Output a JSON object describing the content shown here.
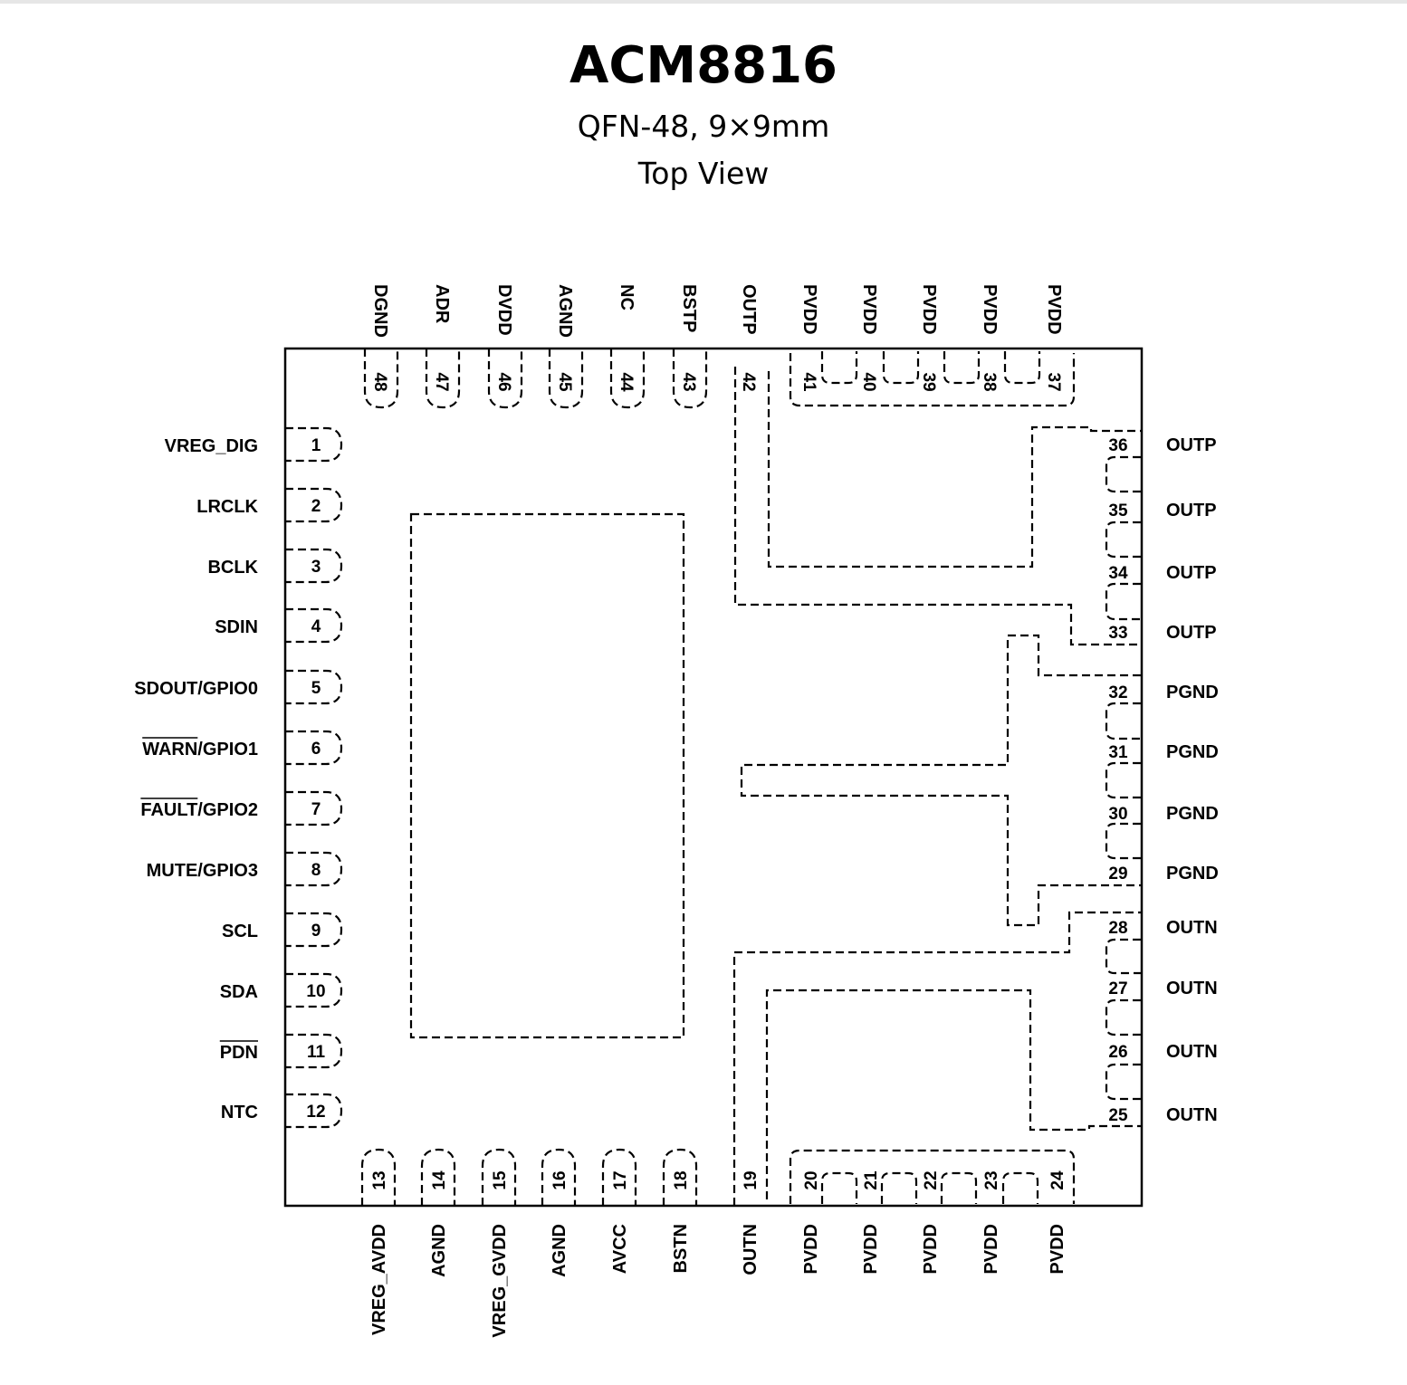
{
  "title": "ACM8816",
  "subtitle": "QFN-48, 9×9mm",
  "view": "Top View",
  "pins": {
    "left": [
      {
        "num": "1",
        "name": "VREG_DIG",
        "overbar": ""
      },
      {
        "num": "2",
        "name": "LRCLK",
        "overbar": ""
      },
      {
        "num": "3",
        "name": "BCLK",
        "overbar": ""
      },
      {
        "num": "4",
        "name": "SDIN",
        "overbar": ""
      },
      {
        "num": "5",
        "name": "SDOUT/GPIO0",
        "overbar": ""
      },
      {
        "num": "6",
        "name": "WARN/GPIO1",
        "overbar": "WARN"
      },
      {
        "num": "7",
        "name": "FAULT/GPIO2",
        "overbar": "FAULT"
      },
      {
        "num": "8",
        "name": "MUTE/GPIO3",
        "overbar": ""
      },
      {
        "num": "9",
        "name": "SCL",
        "overbar": ""
      },
      {
        "num": "10",
        "name": "SDA",
        "overbar": ""
      },
      {
        "num": "11",
        "name": "PDN",
        "overbar": "PDN"
      },
      {
        "num": "12",
        "name": "NTC",
        "overbar": ""
      }
    ],
    "bottom": [
      {
        "num": "13",
        "name": "VREG_AVDD"
      },
      {
        "num": "14",
        "name": "AGND"
      },
      {
        "num": "15",
        "name": "VREG_GVDD"
      },
      {
        "num": "16",
        "name": "AGND"
      },
      {
        "num": "17",
        "name": "AVCC"
      },
      {
        "num": "18",
        "name": "BSTN"
      },
      {
        "num": "19",
        "name": "OUTN"
      },
      {
        "num": "20",
        "name": "PVDD"
      },
      {
        "num": "21",
        "name": "PVDD"
      },
      {
        "num": "22",
        "name": "PVDD"
      },
      {
        "num": "23",
        "name": "PVDD"
      },
      {
        "num": "24",
        "name": "PVDD"
      }
    ],
    "right": [
      {
        "num": "25",
        "name": "OUTN"
      },
      {
        "num": "26",
        "name": "OUTN"
      },
      {
        "num": "27",
        "name": "OUTN"
      },
      {
        "num": "28",
        "name": "OUTN"
      },
      {
        "num": "29",
        "name": "PGND"
      },
      {
        "num": "30",
        "name": "PGND"
      },
      {
        "num": "31",
        "name": "PGND"
      },
      {
        "num": "32",
        "name": "PGND"
      },
      {
        "num": "33",
        "name": "OUTP"
      },
      {
        "num": "34",
        "name": "OUTP"
      },
      {
        "num": "35",
        "name": "OUTP"
      },
      {
        "num": "36",
        "name": "OUTP"
      }
    ],
    "top": [
      {
        "num": "37",
        "name": "PVDD"
      },
      {
        "num": "38",
        "name": "PVDD"
      },
      {
        "num": "39",
        "name": "PVDD"
      },
      {
        "num": "40",
        "name": "PVDD"
      },
      {
        "num": "41",
        "name": "PVDD"
      },
      {
        "num": "42",
        "name": "OUTP"
      },
      {
        "num": "43",
        "name": "BSTP"
      },
      {
        "num": "44",
        "name": "NC"
      },
      {
        "num": "45",
        "name": "AGND"
      },
      {
        "num": "46",
        "name": "DVDD"
      },
      {
        "num": "47",
        "name": "ADR"
      },
      {
        "num": "48",
        "name": "DGND"
      }
    ]
  }
}
